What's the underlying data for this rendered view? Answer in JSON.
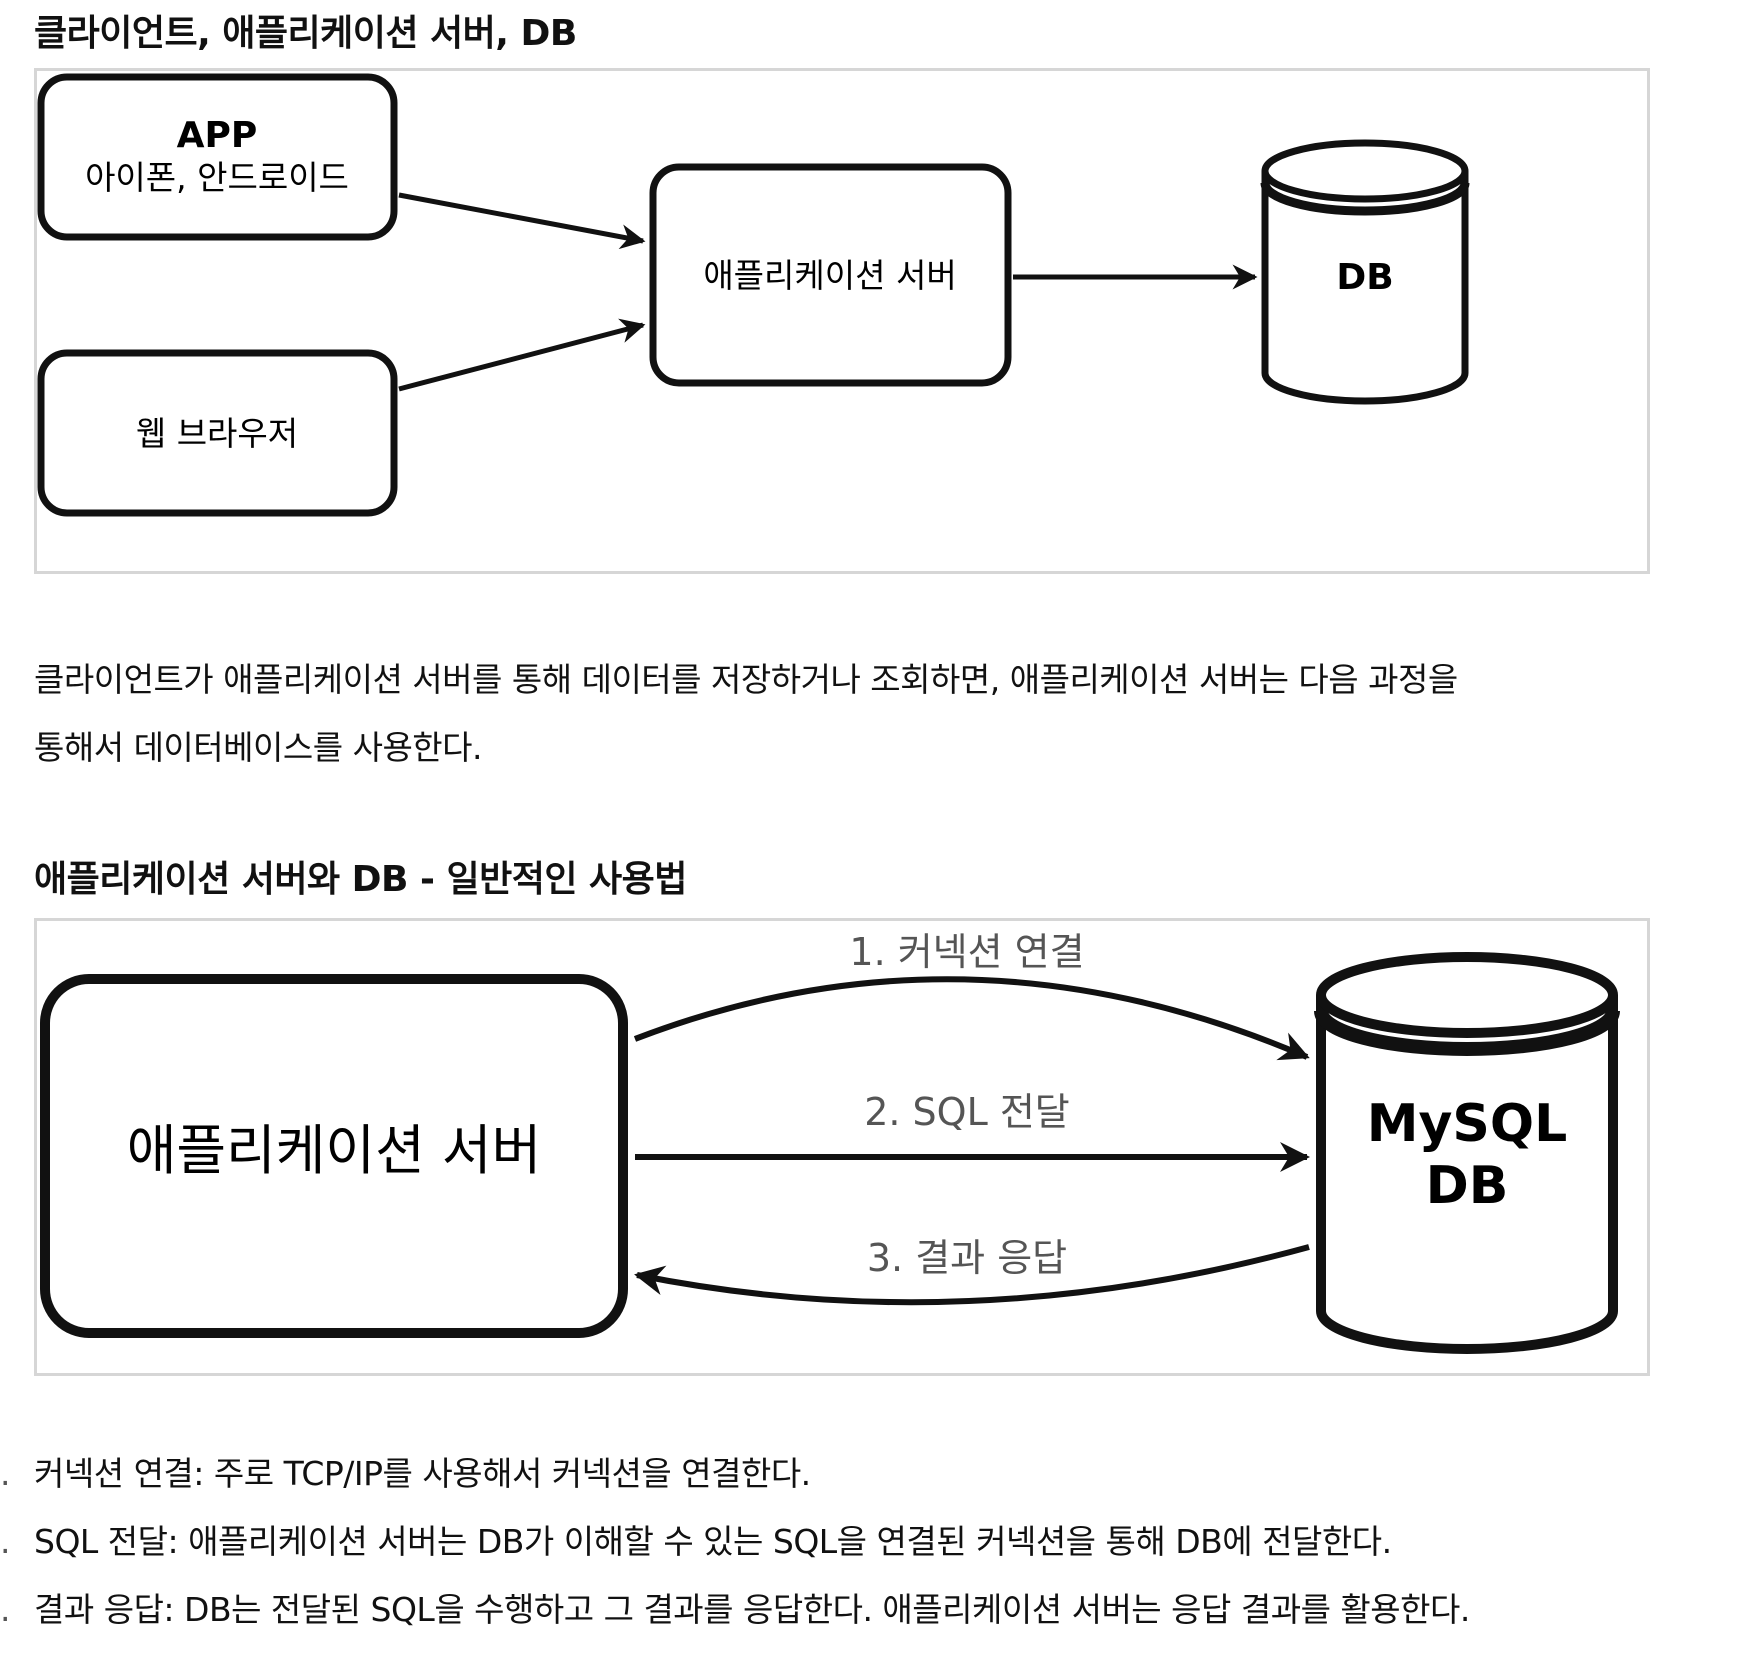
{
  "section1": {
    "heading": "클라이언트, 애플리케이션 서버, DB",
    "diagram": {
      "app_box": {
        "title": "APP",
        "subtitle": "아이폰, 안드로이드"
      },
      "browser_box": {
        "label": "웹 브라우저"
      },
      "server_box": {
        "label": "애플리케이션 서버"
      },
      "db_cylinder": {
        "label": "DB"
      }
    }
  },
  "paragraph1": {
    "line1": "클라이언트가 애플리케이션 서버를 통해 데이터를 저장하거나 조회하면, 애플리케이션 서버는 다음 과정을",
    "line2": "통해서 데이터베이스를 사용한다."
  },
  "section2": {
    "heading": "애플리케이션 서버와 DB - 일반적인 사용법",
    "diagram": {
      "server_box": {
        "label": "애플리케이션 서버"
      },
      "db_cylinder": {
        "line1": "MySQL",
        "line2": "DB"
      },
      "arrow1_label": "1. 커넥션 연결",
      "arrow2_label": "2. SQL 전달",
      "arrow3_label": "3. 결과 응답"
    }
  },
  "steps": [
    {
      "text": "커넥션 연결: 주로 TCP/IP를 사용해서 커넥션을 연결한다."
    },
    {
      "text": "SQL 전달: 애플리케이션 서버는 DB가 이해할 수 있는 SQL을 연결된 커넥션을 통해 DB에 전달한다."
    },
    {
      "text": "결과 응답: DB는 전달된 SQL을 수행하고 그 결과를 응답한다. 애플리케이션 서버는 응답 결과를 활용한다."
    }
  ],
  "bullet_glyph": "."
}
